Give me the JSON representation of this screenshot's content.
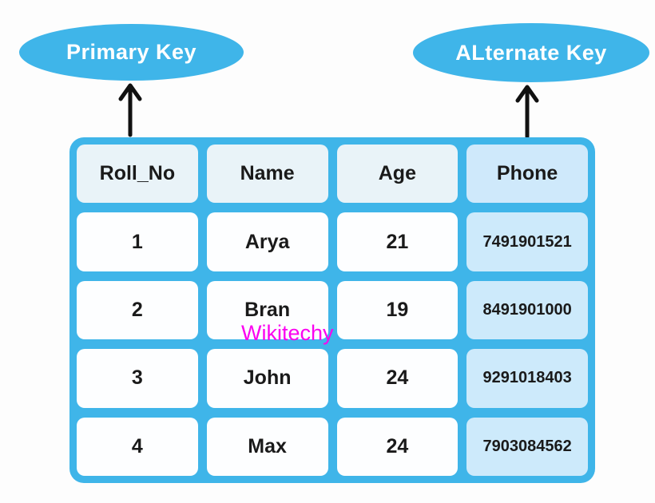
{
  "diagram": {
    "labels": {
      "primary_key": "Primary Key",
      "alternate_key": "ALternate Key"
    },
    "watermark": "Wikitechy",
    "table": {
      "headers": [
        "Roll_No",
        "Name",
        "Age",
        "Phone"
      ],
      "rows": [
        [
          "1",
          "Arya",
          "21",
          "7491901521"
        ],
        [
          "2",
          "Bran",
          "19",
          "8491901000"
        ],
        [
          "3",
          "John",
          "24",
          "9291018403"
        ],
        [
          "4",
          "Max",
          "24",
          "7903084562"
        ]
      ]
    },
    "colors": {
      "blue": "#3fb5e9",
      "header_bg": "#e9f3f8",
      "phone_header_bg": "#cfe9fb",
      "phone_cell_bg": "#cdeafb",
      "cell_bg": "#fdfeff",
      "text": "#1a1a1a",
      "arrow": "#111111",
      "watermark": "#fb02f0",
      "ellipse_text": "#ffffff"
    }
  }
}
